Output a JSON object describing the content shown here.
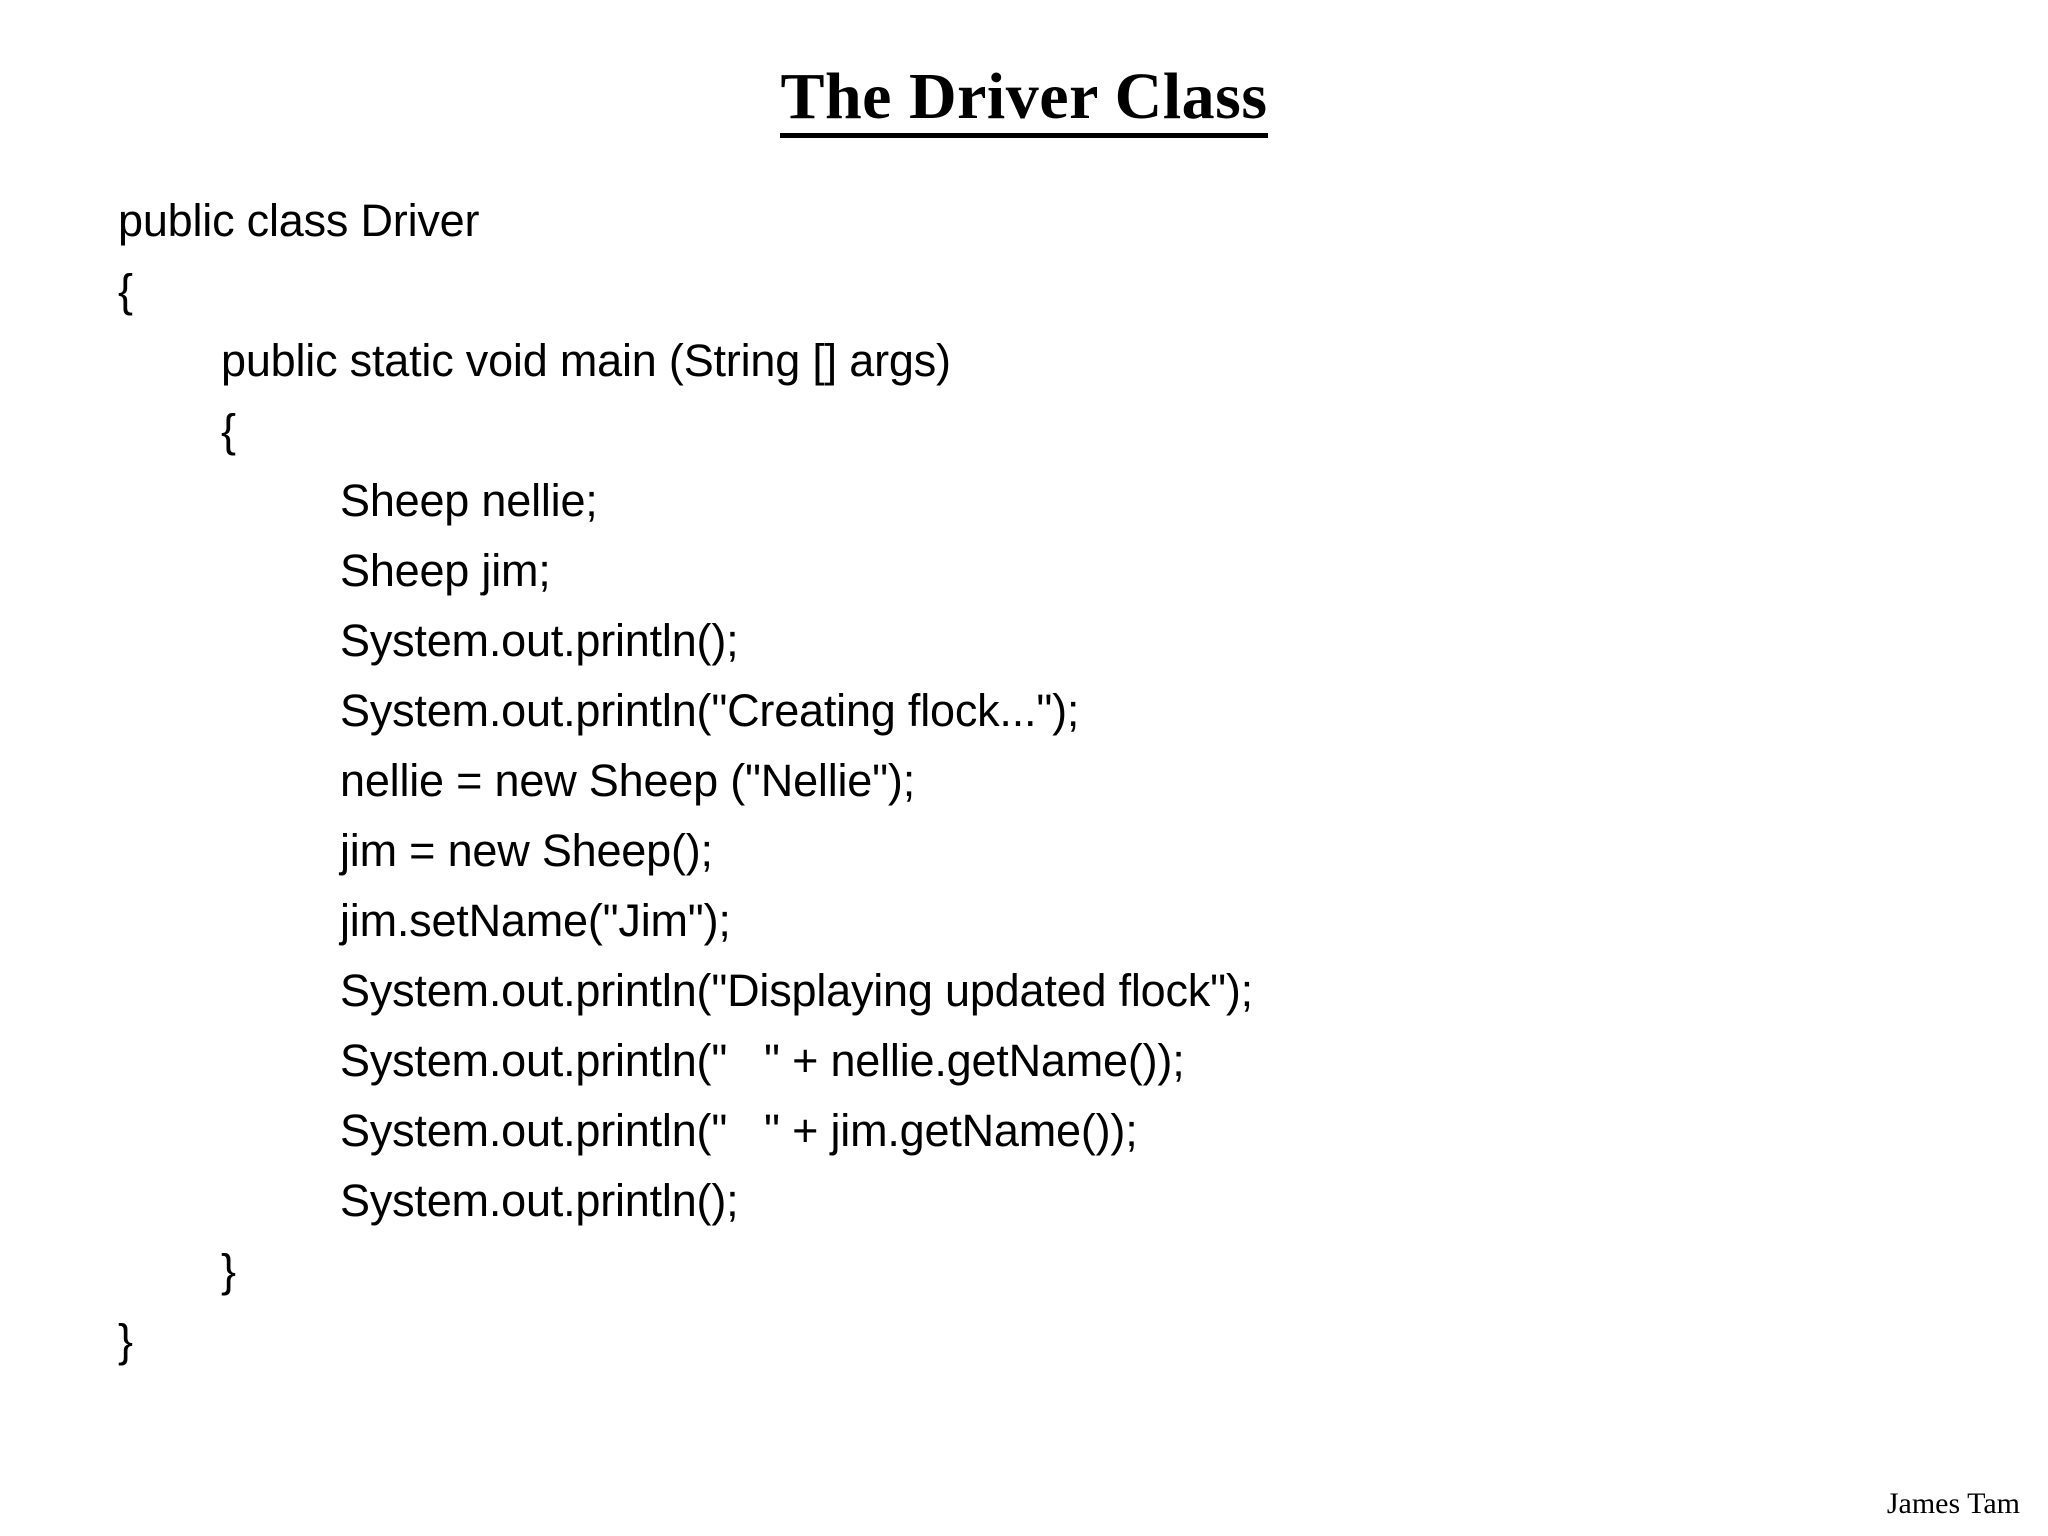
{
  "slide": {
    "title": "The Driver Class",
    "background_color": "#ffffff",
    "text_color": "#000000",
    "footer": "James Tam"
  },
  "code": {
    "language": "java",
    "lines": [
      {
        "indent": 0,
        "text": "public class Driver"
      },
      {
        "indent": 0,
        "text": "{"
      },
      {
        "indent": 1,
        "text": "public static void main (String [] args)"
      },
      {
        "indent": 1,
        "text": "{"
      },
      {
        "indent": 2,
        "text": "Sheep nellie;"
      },
      {
        "indent": 2,
        "text": "Sheep jim;"
      },
      {
        "indent": 2,
        "text": "System.out.println();"
      },
      {
        "indent": 2,
        "text": "System.out.println(\"Creating flock...\");"
      },
      {
        "indent": 2,
        "text": "nellie = new Sheep (\"Nellie\");"
      },
      {
        "indent": 2,
        "text": "jim = new Sheep();"
      },
      {
        "indent": 2,
        "text": "jim.setName(\"Jim\");"
      },
      {
        "indent": 2,
        "text": "System.out.println(\"Displaying updated flock\");"
      },
      {
        "indent": 2,
        "text": "System.out.println(\"   \" + nellie.getName());"
      },
      {
        "indent": 2,
        "text": "System.out.println(\"   \" + jim.getName());"
      },
      {
        "indent": 2,
        "text": "System.out.println();"
      },
      {
        "indent": 1,
        "text": "}"
      },
      {
        "indent": 0,
        "text": "}"
      }
    ]
  }
}
